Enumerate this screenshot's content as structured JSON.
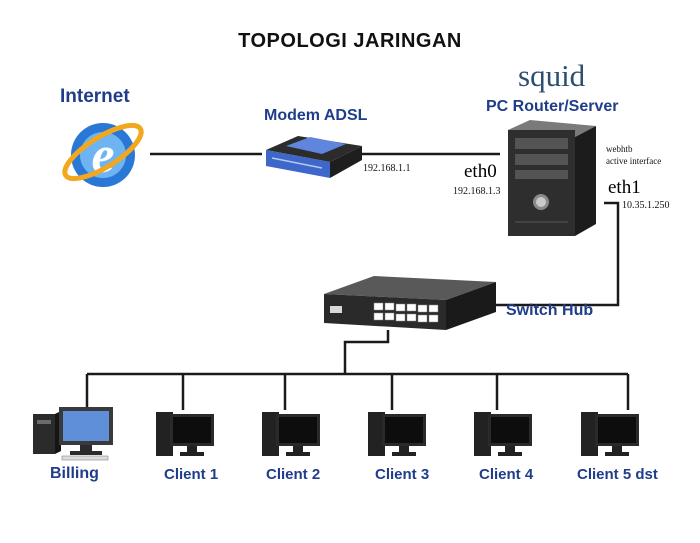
{
  "title": "TOPOLOGI JARINGAN",
  "colors": {
    "label_blue": "#1f3d8a",
    "squid_text": "#2d4f6e",
    "line": "#1a1a1a",
    "ie_blue": "#2a78d6",
    "ie_ring": "#f2a81e",
    "modem_blue": "#3d67c9",
    "device_dark": "#2a2a2a"
  },
  "icons": {
    "internet": "internet-explorer-logo-icon",
    "modem": "adsl-modem-icon",
    "server": "tower-server-icon",
    "switch": "network-switch-icon",
    "billing": "desktop-pc-icon",
    "client": "desktop-monitor-tower-icon"
  },
  "internet": {
    "label": "Internet"
  },
  "modem": {
    "label": "Modem ADSL",
    "ip": "192.168.1.1"
  },
  "server": {
    "software": "squid",
    "label": "PC Router/Server",
    "note_line1": "webhtb",
    "note_line2": "active interface",
    "eth0_label": "eth0",
    "eth0_ip": "192.168.1.3",
    "eth1_label": "eth1",
    "eth1_ip": "10.35.1.250"
  },
  "switch": {
    "label": "Switch Hub"
  },
  "clients": [
    {
      "label": "Billing"
    },
    {
      "label": "Client 1"
    },
    {
      "label": "Client 2"
    },
    {
      "label": "Client 3"
    },
    {
      "label": "Client 4"
    },
    {
      "label": "Client 5 dst"
    }
  ]
}
